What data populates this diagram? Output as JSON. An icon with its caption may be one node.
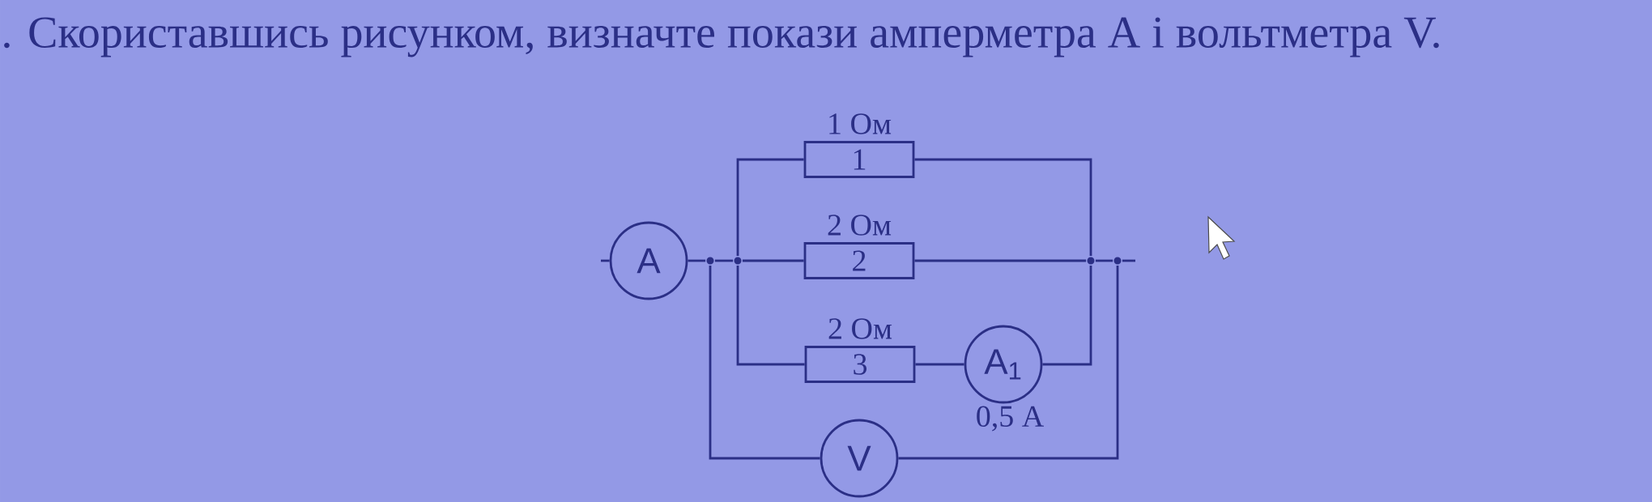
{
  "diagram": {
    "title": ". Скориставшись рисунком, визначте покази амперметра A і вольтметра V.",
    "nodes": [
      {
        "text": [
          "1"
        ],
        "beside": [
          "1 Ом"
        ]
      },
      {
        "text": [
          "A"
        ]
      },
      {
        "text": [],
        "shape": "circle"
      },
      {
        "text": [],
        "shape": "circle"
      },
      {
        "text": [
          "2"
        ],
        "beside": [
          "2 Ом"
        ]
      },
      {
        "text": [],
        "shape": "circle"
      },
      {
        "text": [],
        "shape": "circle"
      },
      {
        "text": [
          "3"
        ],
        "beside": [
          "2 Ом"
        ]
      },
      {
        "text": [
          "A$_{1}$"
        ],
        "beside": [
          "0,5 A"
        ]
      },
      {
        "text": [
          "V"
        ]
      }
    ],
    "edges": [
      {
        "from": null,
        "to": 1,
        "arrow": "none"
      },
      {
        "from": 1,
        "to": 2,
        "arrow": "none"
      },
      {
        "from": 2,
        "to": 3,
        "arrow": "none"
      },
      {
        "from": 3,
        "to": 0,
        "arrow": "none"
      },
      {
        "from": 3,
        "to": 4,
        "arrow": "none"
      },
      {
        "from": 3,
        "to": 7,
        "arrow": "none"
      },
      {
        "from": 7,
        "to": 8,
        "arrow": "none"
      },
      {
        "from": 0,
        "to": 5,
        "arrow": "none"
      },
      {
        "from": 4,
        "to": 5,
        "arrow": "none"
      },
      {
        "from": 8,
        "to": 5,
        "arrow": "none"
      },
      {
        "from": 5,
        "to": 6,
        "arrow": "none"
      },
      {
        "from": 6,
        "to": null,
        "arrow": "none"
      },
      {
        "from": 2,
        "to": 9,
        "arrow": "none"
      },
      {
        "from": 9,
        "to": 6,
        "arrow": "none"
      }
    ]
  }
}
